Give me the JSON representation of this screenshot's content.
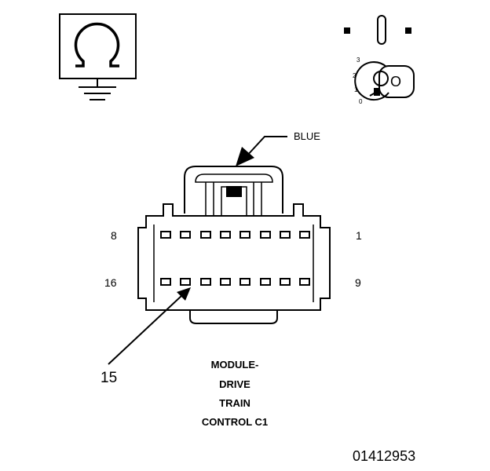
{
  "symbols": {
    "ohmmeter": {
      "icon": "ohmmeter-ground-icon"
    },
    "ignition": {
      "icon": "ignition-key-icon",
      "key_letter": "O",
      "positions": [
        "3",
        "2",
        "1",
        "0"
      ]
    }
  },
  "connector": {
    "callout_color": "BLUE",
    "pins": {
      "top_left": "8",
      "top_right": "1",
      "bottom_left": "16",
      "bottom_right": "9"
    },
    "highlighted_pin": "15",
    "title_lines": [
      "MODULE-",
      "DRIVE",
      "TRAIN",
      "CONTROL C1"
    ]
  },
  "figure_id": "01412953"
}
